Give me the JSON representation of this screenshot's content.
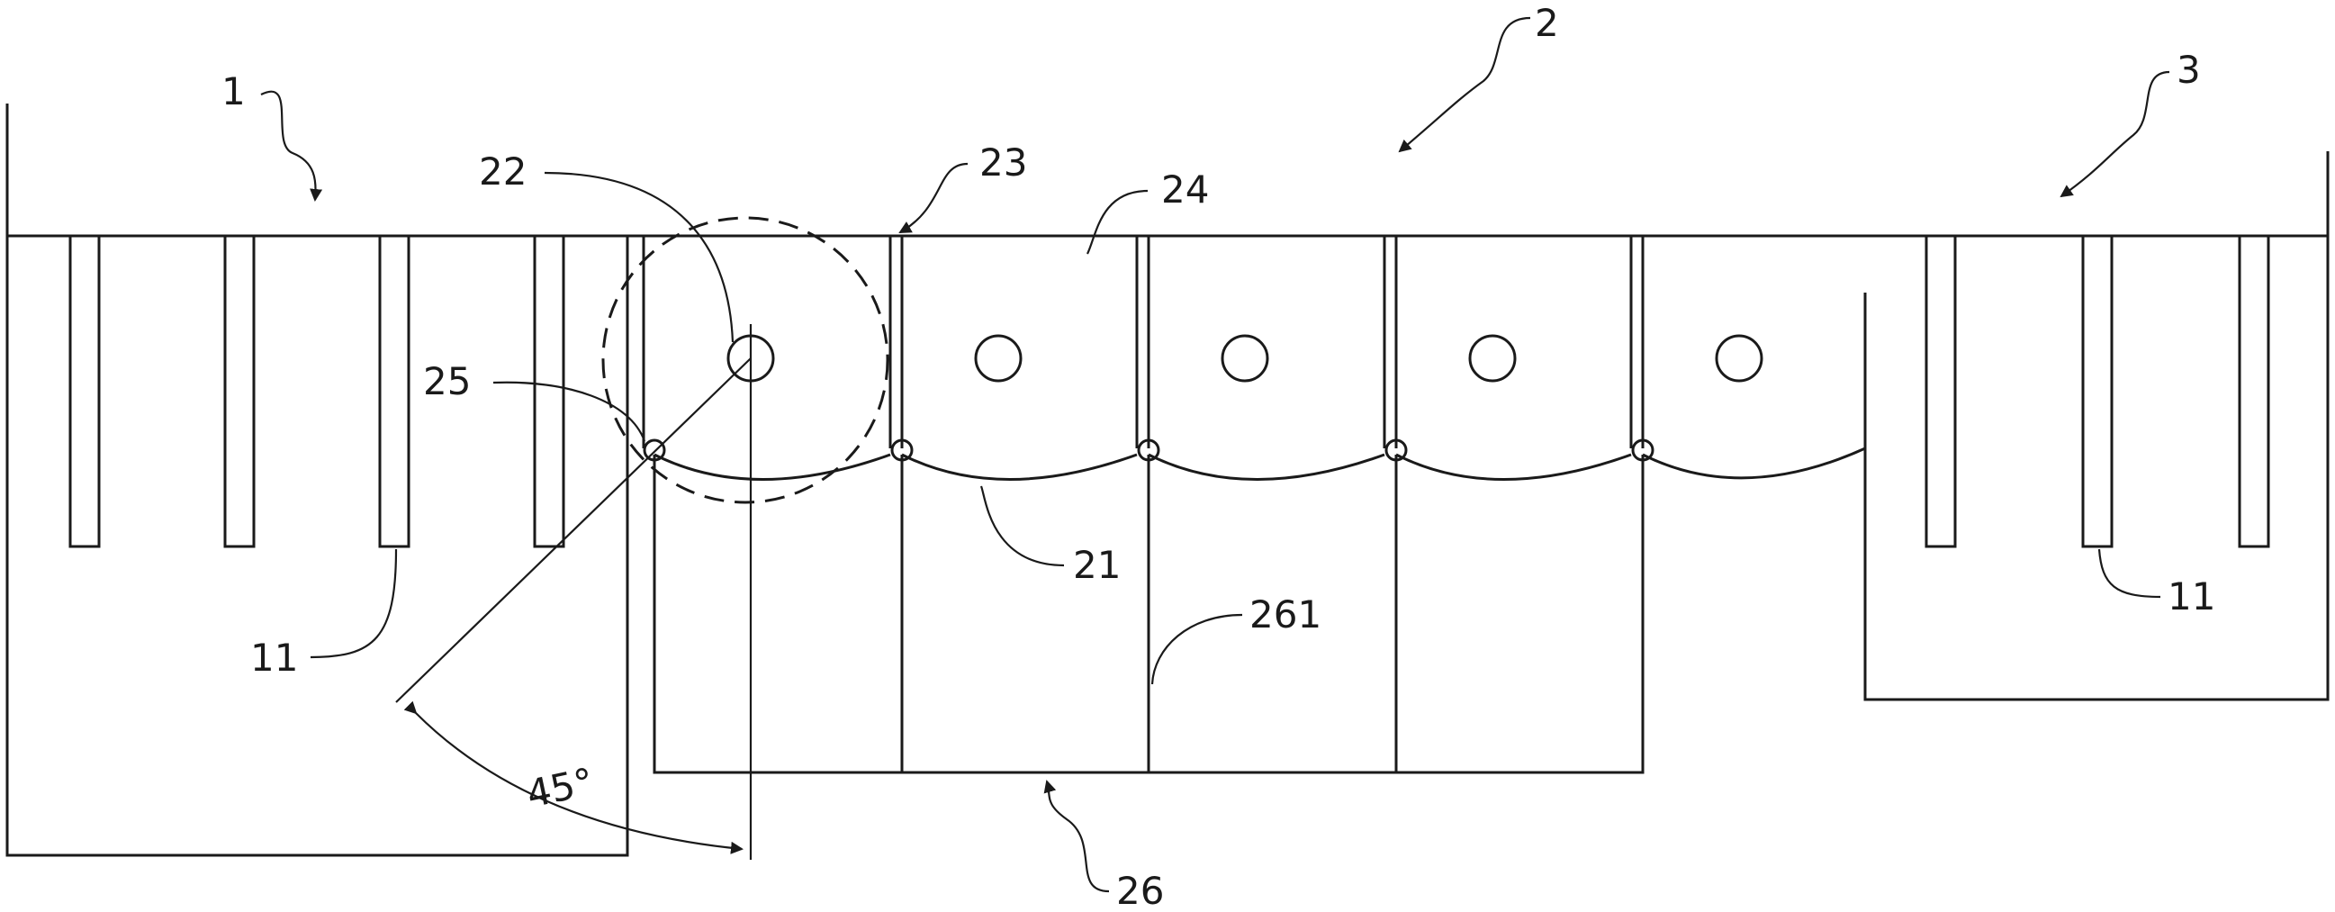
{
  "labels": {
    "tank_1": "1",
    "device_2": "2",
    "tank_3": "3",
    "electrode_11_left": "11",
    "electrode_11_right": "11",
    "roller_22": "22",
    "gap_23": "23",
    "liquid_24": "24",
    "pivot_25": "25",
    "arc_21": "21",
    "partition_261": "261",
    "trough_26": "26",
    "angle": "45°"
  }
}
